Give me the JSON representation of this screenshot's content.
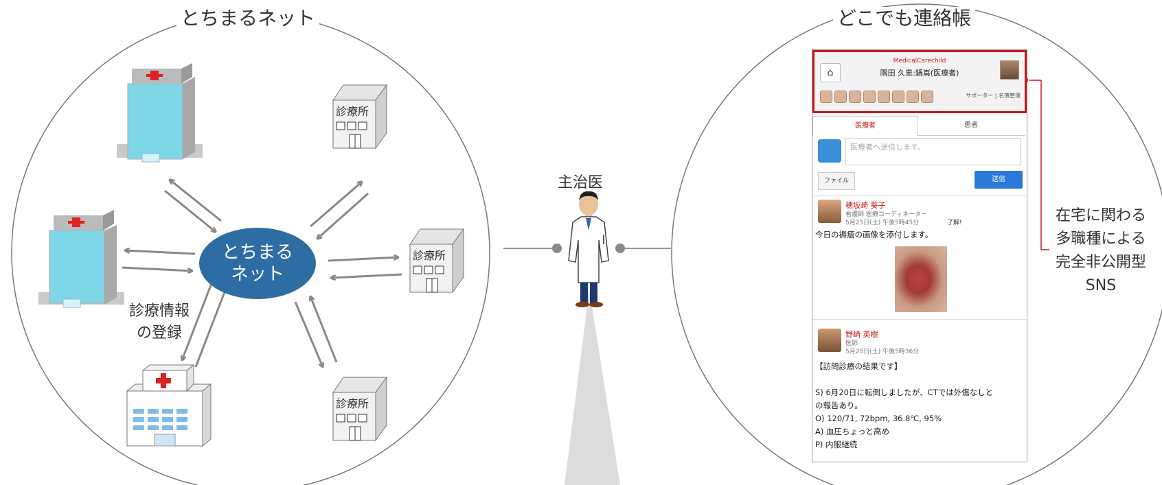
{
  "left": {
    "title": "とちまるネット",
    "hub_line1": "とちまる",
    "hub_line2": "ネット",
    "register_line1": "診療情報",
    "register_line2": "の登録",
    "clinic_label": "診療所"
  },
  "center": {
    "doctor_label": "主治医"
  },
  "right": {
    "title": "どこでも連絡帳",
    "sns_line1": "在宅に関わる",
    "sns_line2": "多職種による",
    "sns_line3": "完全非公開型",
    "sns_line4": "SNS"
  },
  "phone": {
    "brand": "MedicalCarechild",
    "user": "隅田 久恵:鍋嶌(医療者)",
    "links": "サポーター | 名簿管理",
    "tab_active": "医療者",
    "tab_inactive": "患者",
    "compose_placeholder": "医療者へ送信します。",
    "file_button": "ファイル",
    "send_button": "送信",
    "post1": {
      "name": "穂坂崎 葵子",
      "role": "看護師 医療コーディネーター",
      "time": "5月25日(土) 午後5時45分",
      "ack": "了解!",
      "text": "今日の褥瘡の画像を添付します。"
    },
    "post2": {
      "name": "野崎 英樹",
      "role": "医師",
      "time": "5月25日(土) 午後5時36分",
      "lines": [
        "【訪問診療の結果です】",
        "",
        "S) 6月20日に転倒しましたが、CTでは外傷なしと",
        "の報告あり。",
        "O) 120/71, 72bpm, 36.8℃, 95%",
        "A) 血圧ちょっと高め",
        "P) 内服継続"
      ]
    }
  },
  "colors": {
    "hub": "#2e6da4",
    "highlight": "#c9161c",
    "send": "#2b79d6"
  }
}
